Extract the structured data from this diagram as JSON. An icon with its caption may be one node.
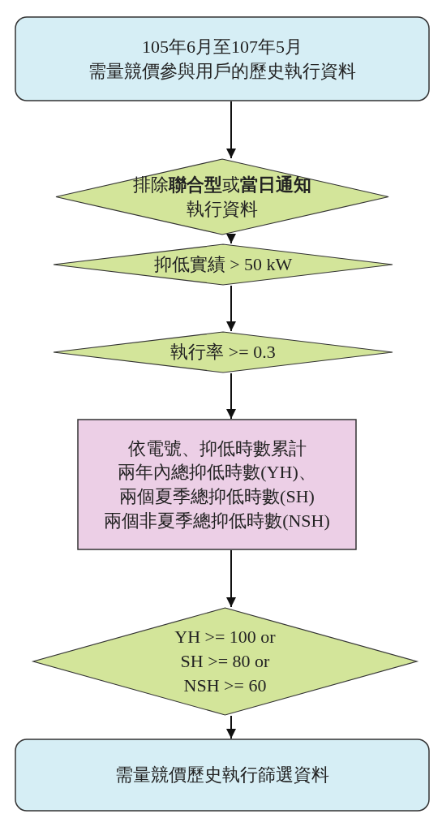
{
  "diagram": {
    "nodes": [
      {
        "text": [
          "105年6月至107年5月",
          "需量競價參與用戶的歷史執行資料"
        ]
      },
      {
        "text": [
          "排除**聯合型**或**當日通知**執行資料"
        ]
      },
      {
        "text": [
          "抑低實績 > 50 kW"
        ]
      },
      {
        "text": [
          "執行率 >= 0.3"
        ]
      },
      {
        "text": [
          "依電號、抑低時數累計",
          "兩年內總抑低時數(YH)、",
          "兩個夏季總抑低時數(SH)",
          "兩個非夏季總抑低時數(NSH)"
        ]
      },
      {
        "text": [
          "YH >= 100 or SH >= 80 or NSH >= 60"
        ]
      },
      {
        "text": [
          "需量競價歷史執行篩選資料"
        ]
      }
    ],
    "edges": [
      {
        "from": 0,
        "to": 1,
        "arrow": "to"
      },
      {
        "from": 1,
        "to": 2,
        "arrow": "to"
      },
      {
        "from": 2,
        "to": 3,
        "arrow": "to"
      },
      {
        "from": 3,
        "to": 4,
        "arrow": "to"
      },
      {
        "from": 4,
        "to": 5,
        "arrow": "to"
      },
      {
        "from": 5,
        "to": 6,
        "arrow": "to"
      }
    ]
  }
}
